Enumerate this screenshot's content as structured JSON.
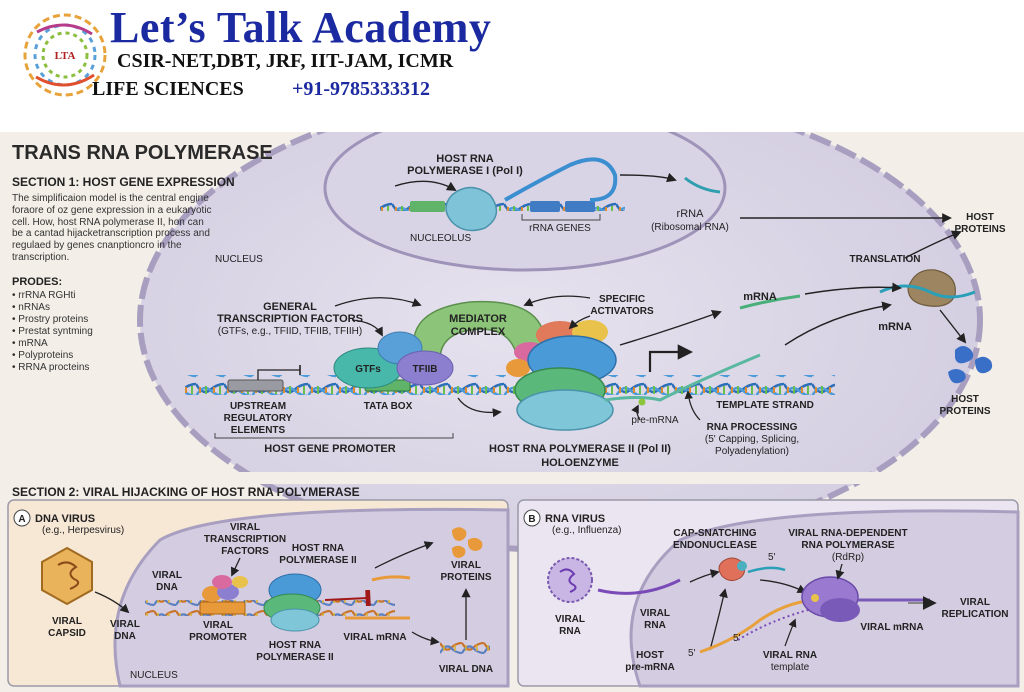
{
  "header": {
    "academy": "Let’s Talk Academy",
    "exams": "CSIR-NET,DBT, JRF, IIT-JAM, ICMR",
    "life_sciences": "LIFE SCIENCES",
    "phone": "+91-9785333312",
    "logo_text": "LTA"
  },
  "sidebar": {
    "title": "TRANS RNA POLYMERASE",
    "section1": "SECTION 1: HOST GENE EXPRESSION",
    "description": "The simplificaion model is the central engine foraore of oz gene expression in a eukaryotic cell. How, host RNA polymerase II, hon can be a cantad hijacketranscription process and regulaed by genes cnanptioncro in the transcription.",
    "prods_heading": "PRODES:",
    "prods": [
      "rrRNA RGHti",
      "nRNAs",
      "Prostry proteins",
      "Prestat syntming",
      "mRNA",
      "Polyproteins",
      "RRNA procteins"
    ]
  },
  "section1": {
    "nucleolus": "NUCLEOLUS",
    "nucleus": "NUCLEUS",
    "pol1_l1": "HOST RNA",
    "pol1_l2": "POLYMERASE I (Pol I)",
    "rrna_genes": "rRNA GENES",
    "rrna": "rRNA",
    "ribosomal": "(Ribosomal RNA)",
    "host_proteins_top_l1": "HOST",
    "host_proteins_top_l2": "PROTEINS",
    "translation": "TRANSLATION",
    "mrna_a": "mRNA",
    "mrna_b": "mRNA",
    "host_proteins_l1": "HOST",
    "host_proteins_l2": "PROTEINS",
    "gtf_l1": "GENERAL",
    "gtf_l2": "TRANSCRIPTION FACTORS",
    "gtf_l3": "(GTFs, e.g., TFIID, TFIIB, TFIIH)",
    "mediator_l1": "MEDIATOR",
    "mediator_l2": "COMPLEX",
    "activators_l1": "SPECIFIC",
    "activators_l2": "ACTIVATORS",
    "gtfs": "GTFs",
    "tfiib": "TFIIB",
    "upstream_l1": "UPSTREAM",
    "upstream_l2": "REGULATORY",
    "upstream_l3": "ELEMENTS",
    "tata": "TATA BOX",
    "promoter": "HOST GENE PROMOTER",
    "pol2_l1": "HOST RNA POLYMERASE II (Pol II)",
    "pol2_l2": "HOLOENZYME",
    "pre_mrna": "pre-mRNA",
    "template": "TEMPLATE STRAND",
    "processing_l1": "RNA PROCESSING",
    "processing_l2": "(5' Capping, Splicing,",
    "processing_l3": "Polyadenylation)"
  },
  "section2": {
    "title": "SECTION 2: VIRAL HIJACKING OF HOST RNA POLYMERASE",
    "a": {
      "badge": "A",
      "title": "DNA VIRUS",
      "sub": "(e.g., Herpesvirus)",
      "capsid_l1": "VIRAL",
      "capsid_l2": "CAPSID",
      "viral_dna_l1": "VIRAL",
      "viral_dna_l2": "DNA",
      "viral_dna2_l1": "VIRAL",
      "viral_dna2_l2": "DNA",
      "vtf_l1": "VIRAL",
      "vtf_l2": "TRANSCRIPTION",
      "vtf_l3": "FACTORS",
      "pol2_l1": "HOST RNA",
      "pol2_l2": "POLYMERASE II",
      "viral_promoter_l1": "VIRAL",
      "viral_promoter_l2": "PROMOTER",
      "pol2b_l1": "HOST RNA",
      "pol2b_l2": "POLYMERASE II",
      "viral_mrna": "VIRAL mRNA",
      "viral_proteins_l1": "VIRAL",
      "viral_proteins_l2": "PROTEINS",
      "viral_dna3": "VIRAL DNA",
      "nucleus": "NUCLEUS"
    },
    "b": {
      "badge": "B",
      "title": "RNA VIRUS",
      "sub": "(e.g., Influenza)",
      "cap_l1": "CAP-SNATCHING",
      "cap_l2": "ENDONUCLEASE",
      "five_a": "5'",
      "rdrp_l1": "VIRAL RNA-DEPENDENT",
      "rdrp_l2": "RNA POLYMERASE",
      "rdrp_l3": "(RdRp)",
      "virus_l1": "VIRAL",
      "virus_l2": "RNA",
      "vrna_l1": "VIRAL",
      "vrna_l2": "RNA",
      "five_b": "5'",
      "host_l1": "HOST",
      "host_l2": "pre-mRNA",
      "five_c": "5'",
      "template_l1": "VIRAL RNA",
      "template_l2": "template",
      "viral_mrna": "VIRAL mRNA",
      "replication_l1": "VIRAL",
      "replication_l2": "REPLICATION"
    }
  }
}
